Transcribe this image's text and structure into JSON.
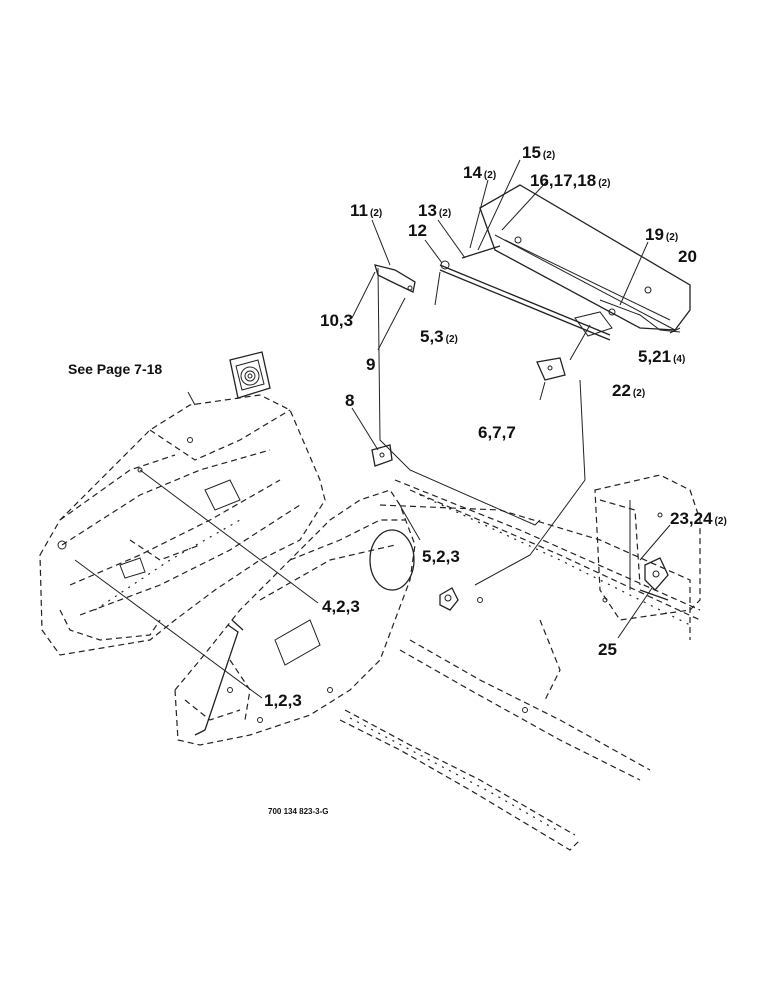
{
  "see_page": "See Page 7-18",
  "drawing_number": "700 134 823-3-G",
  "callouts": [
    {
      "id": "c15",
      "text": "15",
      "qty": "(2)"
    },
    {
      "id": "c14",
      "text": "14",
      "qty": "(2)"
    },
    {
      "id": "c16",
      "text": "16,17,18",
      "qty": "(2)"
    },
    {
      "id": "c11",
      "text": "11",
      "qty": "(2)"
    },
    {
      "id": "c13",
      "text": "13",
      "qty": "(2)"
    },
    {
      "id": "c12",
      "text": "12",
      "qty": ""
    },
    {
      "id": "c19",
      "text": "19",
      "qty": "(2)"
    },
    {
      "id": "c20",
      "text": "20",
      "qty": ""
    },
    {
      "id": "c10",
      "text": "10,3",
      "qty": ""
    },
    {
      "id": "c53a",
      "text": "5,3",
      "qty": "(2)"
    },
    {
      "id": "c521",
      "text": "5,21",
      "qty": "(4)"
    },
    {
      "id": "c9",
      "text": "9",
      "qty": ""
    },
    {
      "id": "c22",
      "text": "22",
      "qty": "(2)"
    },
    {
      "id": "c8",
      "text": "8",
      "qty": ""
    },
    {
      "id": "c677",
      "text": "6,7,7",
      "qty": ""
    },
    {
      "id": "c2324",
      "text": "23,24",
      "qty": "(2)"
    },
    {
      "id": "c523",
      "text": "5,2,3",
      "qty": ""
    },
    {
      "id": "c423",
      "text": "4,2,3",
      "qty": ""
    },
    {
      "id": "c25",
      "text": "25",
      "qty": ""
    },
    {
      "id": "c123",
      "text": "1,2,3",
      "qty": ""
    }
  ]
}
